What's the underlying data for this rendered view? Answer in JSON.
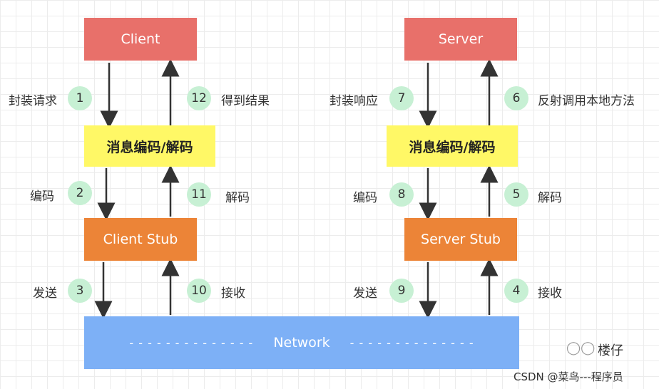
{
  "boxes": {
    "client": "Client",
    "server": "Server",
    "codec_left": "消息编码/解码",
    "codec_right": "消息编码/解码",
    "client_stub": "Client Stub",
    "server_stub": "Server Stub",
    "network": "Network",
    "network_dashes": "- - - - - - - - - - - - - -"
  },
  "steps": {
    "s1": {
      "num": "1",
      "label": "封装请求"
    },
    "s2": {
      "num": "2",
      "label": "编码"
    },
    "s3": {
      "num": "3",
      "label": "发送"
    },
    "s4": {
      "num": "4",
      "label": "接收"
    },
    "s5": {
      "num": "5",
      "label": "解码"
    },
    "s6": {
      "num": "6",
      "label": "反射调用本地方法"
    },
    "s7": {
      "num": "7",
      "label": "封装响应"
    },
    "s8": {
      "num": "8",
      "label": "编码"
    },
    "s9": {
      "num": "9",
      "label": "发送"
    },
    "s10": {
      "num": "10",
      "label": "接收"
    },
    "s11": {
      "num": "11",
      "label": "解码"
    },
    "s12": {
      "num": "12",
      "label": "得到结果"
    }
  },
  "watermark": {
    "wechat": "楼仔",
    "csdn": "CSDN @菜鸟---程序员"
  },
  "colors": {
    "client_server": "#e8706a",
    "codec": "#fff866",
    "stub": "#ec8437",
    "network": "#7db0f6",
    "step_circle": "#c7f0d4"
  }
}
